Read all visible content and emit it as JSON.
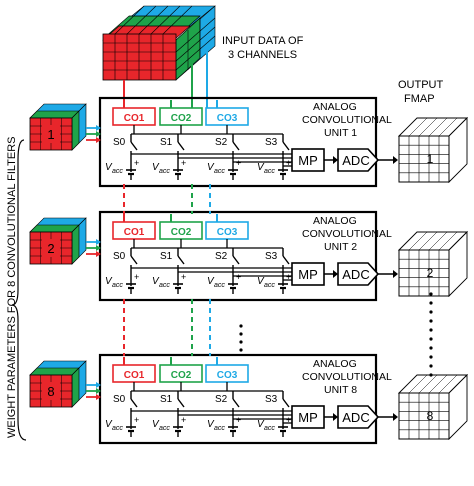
{
  "input_label_line1": "INPUT DATA OF",
  "input_label_line2": "3 CHANNELS",
  "output_label_line1": "OUTPUT",
  "output_label_line2": "FMAP",
  "side_label": "WEIGHT PARAMETERS FOR 8 CONVOLUTIONAL FILTERS",
  "co_labels": [
    "CO1",
    "CO2",
    "CO3"
  ],
  "switch_labels": [
    "S0",
    "S1",
    "S2",
    "S3"
  ],
  "vacc_label": "V",
  "vacc_sub": "acc",
  "mp_label": "MP",
  "adc_label": "ADC",
  "units": [
    {
      "title1": "ANALOG",
      "title2": "CONVOLUTIONAL",
      "title3": "UNIT 1",
      "filter_number": "1",
      "fmap_number": "1"
    },
    {
      "title1": "ANALOG",
      "title2": "CONVOLUTIONAL",
      "title3": "UNIT 2",
      "filter_number": "2",
      "fmap_number": "2"
    },
    {
      "title1": "ANALOG",
      "title2": "CONVOLUTIONAL",
      "title3": "UNIT 8",
      "filter_number": "8",
      "fmap_number": "8"
    }
  ],
  "colors": {
    "red": "#e8262b",
    "green": "#1fa34a",
    "blue": "#1ea9e6",
    "black": "#000000"
  }
}
